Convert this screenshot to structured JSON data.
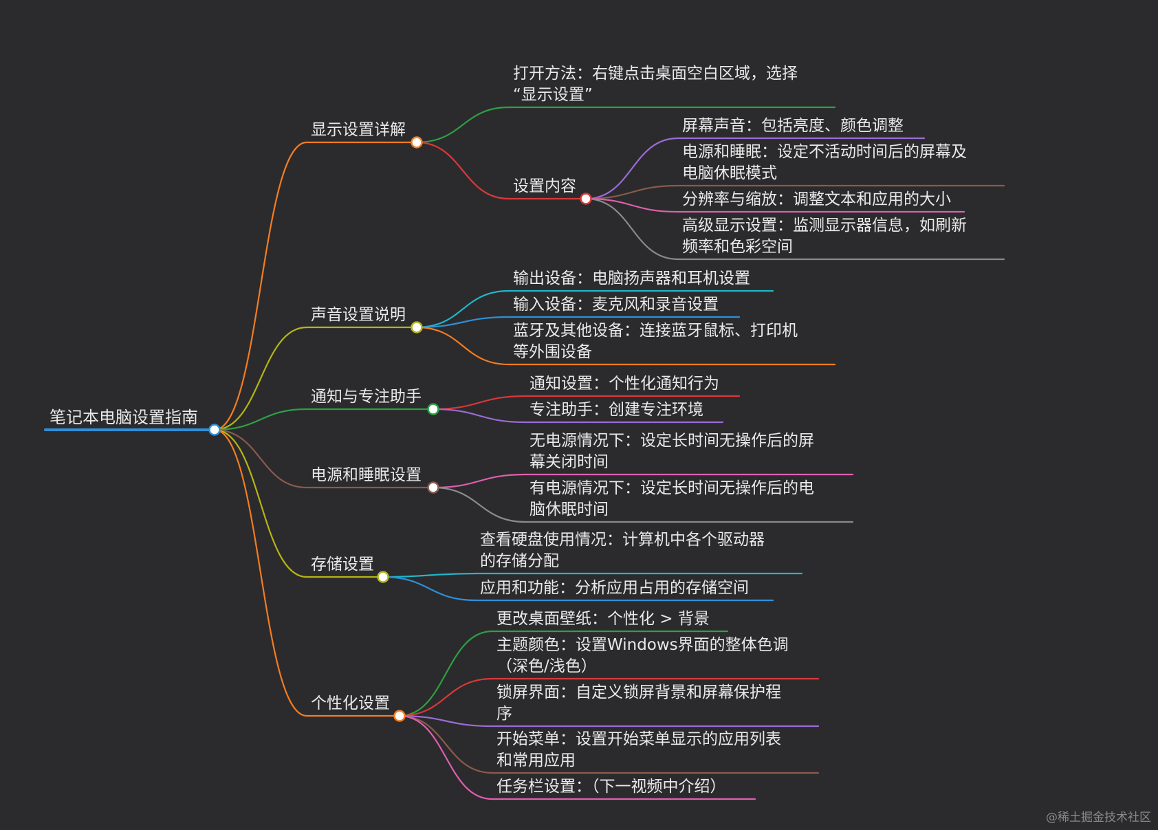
{
  "root": {
    "label": "笔记本电脑设置指南",
    "color": "#2f8fd8",
    "children": [
      {
        "label": "显示设置详解",
        "color": "#f47c20",
        "children": [
          {
            "label": "打开方法：右键点击桌面空白区域，选择\n“显示设置”",
            "color": "#2ea043"
          },
          {
            "label": "设置内容",
            "color": "#d9383a",
            "children": [
              {
                "label": "屏幕声音：包括亮度、颜色调整",
                "color": "#9b6cd8"
              },
              {
                "label": "电源和睡眠：设定不活动时间后的屏幕及\n电脑休眠模式",
                "color": "#8b5a4d"
              },
              {
                "label": "分辨率与缩放：调整文本和应用的大小",
                "color": "#e05fb0"
              },
              {
                "label": "高级显示设置：监测显示器信息，如刷新\n频率和色彩空间",
                "color": "#8a8a8a"
              }
            ]
          }
        ]
      },
      {
        "label": "声音设置说明",
        "color": "#b5b516",
        "children": [
          {
            "label": "输出设备：电脑扬声器和耳机设置",
            "color": "#20b7c9"
          },
          {
            "label": "输入设备：麦克风和录音设置",
            "color": "#2f8fd8"
          },
          {
            "label": "蓝牙及其他设备：连接蓝牙鼠标、打印机\n等外围设备",
            "color": "#f47c20"
          }
        ]
      },
      {
        "label": "通知与专注助手",
        "color": "#2ea043",
        "children": [
          {
            "label": "通知设置：个性化通知行为",
            "color": "#d9383a"
          },
          {
            "label": "专注助手：创建专注环境",
            "color": "#9b6cd8"
          }
        ]
      },
      {
        "label": "电源和睡眠设置",
        "color": "#8b5a4d",
        "children": [
          {
            "label": "无电源情况下：设定长时间无操作后的屏\n幕关闭时间",
            "color": "#e05fb0"
          },
          {
            "label": "有电源情况下：设定长时间无操作后的电\n脑休眠时间",
            "color": "#8a8a8a"
          }
        ]
      },
      {
        "label": "存储设置",
        "color": "#b5b516",
        "children": [
          {
            "label": "查看硬盘使用情况：计算机中各个驱动器\n的存储分配",
            "color": "#20b7c9"
          },
          {
            "label": "应用和功能：分析应用占用的存储空间",
            "color": "#2f8fd8"
          }
        ]
      },
      {
        "label": "个性化设置",
        "color": "#f47c20",
        "children": [
          {
            "label": "更改桌面壁纸：个性化 > 背景",
            "color": "#2ea043"
          },
          {
            "label": "主题颜色：设置Windows界面的整体色调\n（深色/浅色）",
            "color": "#d9383a"
          },
          {
            "label": "锁屏界面：自定义锁屏背景和屏幕保护程\n序",
            "color": "#9b6cd8"
          },
          {
            "label": "开始菜单：设置开始菜单显示的应用列表\n和常用应用",
            "color": "#8b5a4d"
          },
          {
            "label": "任务栏设置：（下一视频中介绍）",
            "color": "#e05fb0"
          }
        ]
      }
    ]
  },
  "watermark": "@稀土掘金技术社区",
  "colors": {
    "background": "#2b2b2d",
    "text": "#e9e9e9"
  }
}
